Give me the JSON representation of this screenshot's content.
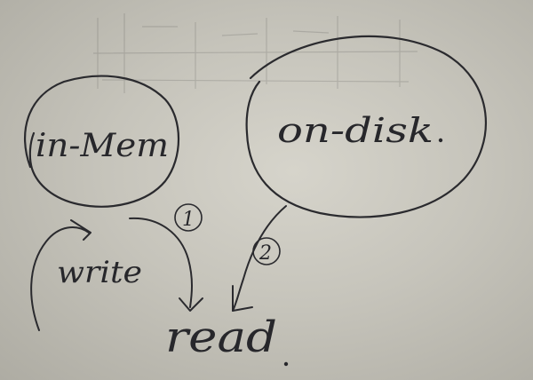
{
  "diagram": {
    "nodes": [
      {
        "id": "in-mem",
        "label": "in-Mem"
      },
      {
        "id": "on-disk",
        "label": "on-disk"
      }
    ],
    "edge_labels": {
      "write": "write",
      "read": "read"
    },
    "step_markers": [
      "1",
      "2"
    ]
  }
}
